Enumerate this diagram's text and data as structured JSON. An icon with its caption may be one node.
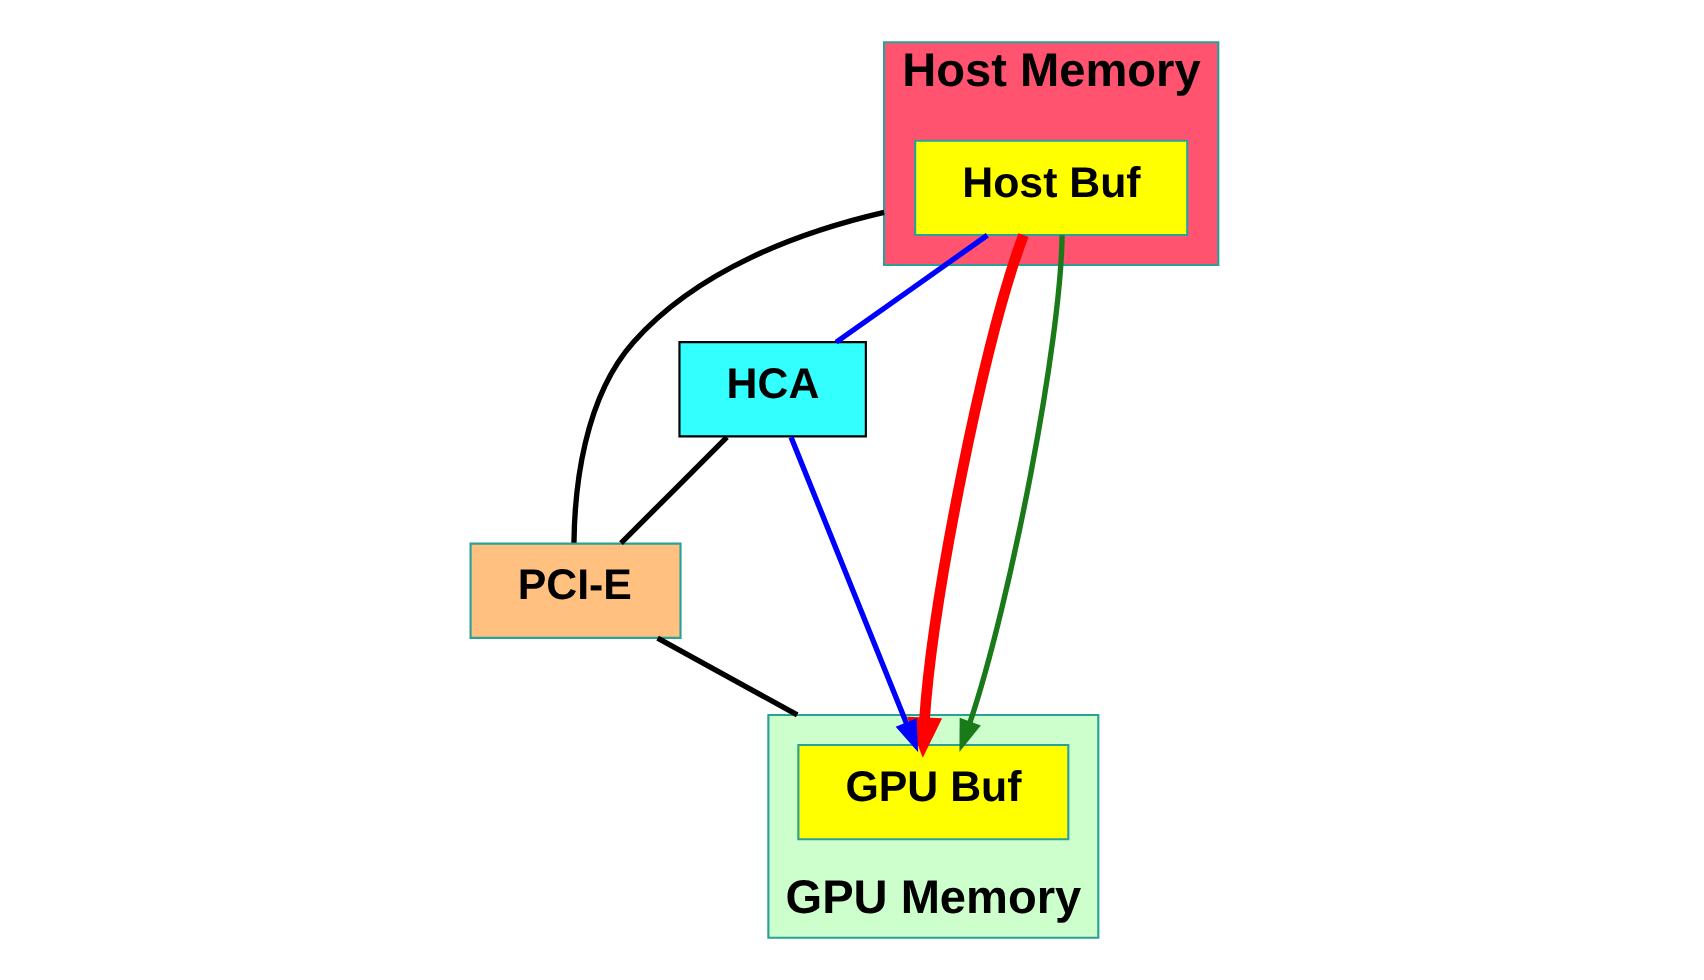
{
  "diagram": {
    "nodes": [
      {
        "text": [
          "Host Memory"
        ]
      },
      {
        "text": [
          "Host Buf"
        ],
        "in": 0
      },
      {
        "text": [
          "HCA"
        ]
      },
      {
        "text": [
          "PCI-E"
        ]
      },
      {
        "text": [
          "GPU Memory"
        ]
      },
      {
        "text": [
          "GPU Buf"
        ],
        "in": 4
      }
    ],
    "edges": [
      {
        "from": 2,
        "to": 3,
        "arrow": "none"
      },
      {
        "from": 0,
        "to": 3,
        "arrow": "none"
      },
      {
        "from": 3,
        "to": 4,
        "arrow": "none"
      },
      {
        "from": 1,
        "to": 2,
        "arrow": "none",
        "color": "#0000ff"
      },
      {
        "from": 2,
        "to": 5,
        "arrow": "to",
        "color": "#0000ff"
      },
      {
        "from": 1,
        "to": 5,
        "arrow": "to",
        "style": "thick",
        "color": "#ff0000"
      },
      {
        "from": 1,
        "to": 5,
        "arrow": "to",
        "color": "#1a7a1a"
      }
    ]
  }
}
